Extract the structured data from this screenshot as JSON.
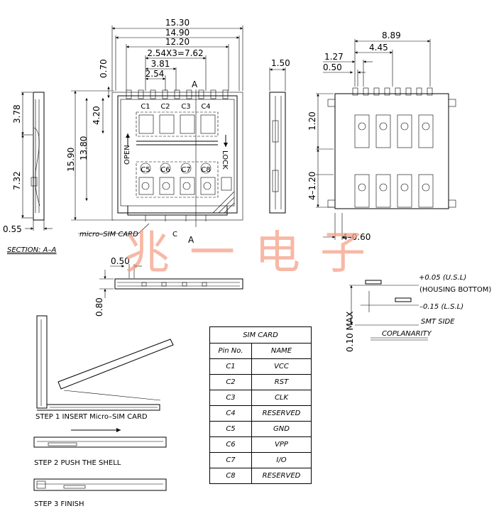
{
  "dimensions": {
    "top_view": {
      "w1": "15.30",
      "w2": "14.90",
      "w3": "12.20",
      "pitch_total": "2.54X3=7.62",
      "d381": "3.81",
      "d254": "2.54",
      "d070": "0.70",
      "d420": "4.20",
      "h1580": "13.80",
      "h1590": "15.90",
      "section_mark": "A"
    },
    "section": {
      "d378": "3.78",
      "d732": "7.32",
      "d055": "0.55",
      "title": "SECTION: A–A"
    },
    "side_view": {
      "d150": "1.50"
    },
    "bottom_view": {
      "d889": "8.89",
      "d445": "4.45",
      "d127": "1.27",
      "d050": "0.50",
      "d120": "1.20",
      "d4120": "4–1.20",
      "d4060": "4–0.60"
    },
    "front_view": {
      "d050": "0.50",
      "d080": "0.80"
    },
    "coplanarity": {
      "usl": "+0.05 (U.S.L)",
      "housing": "(HOUSING BOTTOM)",
      "lsl": "–0.15 (L.S.L)",
      "smt": "SMT SIDE",
      "max": "0.10 MAX",
      "title": "COPLANARITY"
    }
  },
  "labels": {
    "open": "OPEN",
    "lock": "LOCK",
    "card": "micro–SIM CARD",
    "pin_c1": "C1",
    "pin_c2": "C2",
    "pin_c3": "C3",
    "pin_c4": "C4",
    "pin_c5": "C5",
    "pin_c6": "C6",
    "pin_c7": "C7",
    "pin_c8": "C8",
    "c_mark": "C"
  },
  "steps": {
    "step1": "STEP 1 INSERT Micro–SIM CARD",
    "step2": "STEP 2    PUSH THE SHELL",
    "step3": "STEP 3    FINISH"
  },
  "watermark": "兆一电子",
  "sim_table": {
    "title": "SIM CARD",
    "col_pin": "Pin No.",
    "col_name": "NAME",
    "rows": [
      {
        "pin": "C1",
        "name": "VCC"
      },
      {
        "pin": "C2",
        "name": "RST"
      },
      {
        "pin": "C3",
        "name": "CLK"
      },
      {
        "pin": "C4",
        "name": "RESERVED"
      },
      {
        "pin": "C5",
        "name": "GND"
      },
      {
        "pin": "C6",
        "name": "VPP"
      },
      {
        "pin": "C7",
        "name": "I/O"
      },
      {
        "pin": "C8",
        "name": "RESERVED"
      }
    ]
  }
}
